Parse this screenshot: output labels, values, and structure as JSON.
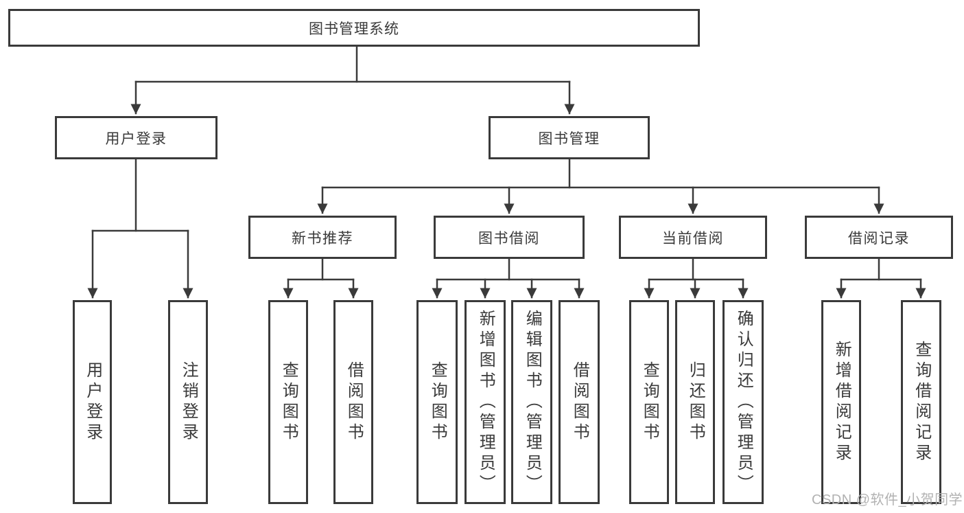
{
  "diagram": {
    "type": "hierarchy-tree",
    "root": {
      "label": "图书管理系统"
    },
    "branches": [
      {
        "label": "用户登录",
        "children": [
          {
            "label": "用户登录"
          },
          {
            "label": "注销登录"
          }
        ]
      },
      {
        "label": "图书管理",
        "children": [
          {
            "label": "新书推荐",
            "children": [
              {
                "label": "查询图书"
              },
              {
                "label": "借阅图书"
              }
            ]
          },
          {
            "label": "图书借阅",
            "children": [
              {
                "label": "查询图书"
              },
              {
                "label": "新增图书（管理员）"
              },
              {
                "label": "编辑图书（管理员）"
              },
              {
                "label": "借阅图书"
              }
            ]
          },
          {
            "label": "当前借阅",
            "children": [
              {
                "label": "查询图书"
              },
              {
                "label": "归还图书"
              },
              {
                "label": "确认归还（管理员）"
              }
            ]
          },
          {
            "label": "借阅记录",
            "children": [
              {
                "label": "新增借阅记录"
              },
              {
                "label": "查询借阅记录"
              }
            ]
          }
        ]
      }
    ],
    "watermark": {
      "text": "CSDN @软件_小贺同学"
    },
    "colors": {
      "ink": "#3a3a3a",
      "watermark": "#b2b2b2",
      "background": "#ffffff"
    }
  }
}
